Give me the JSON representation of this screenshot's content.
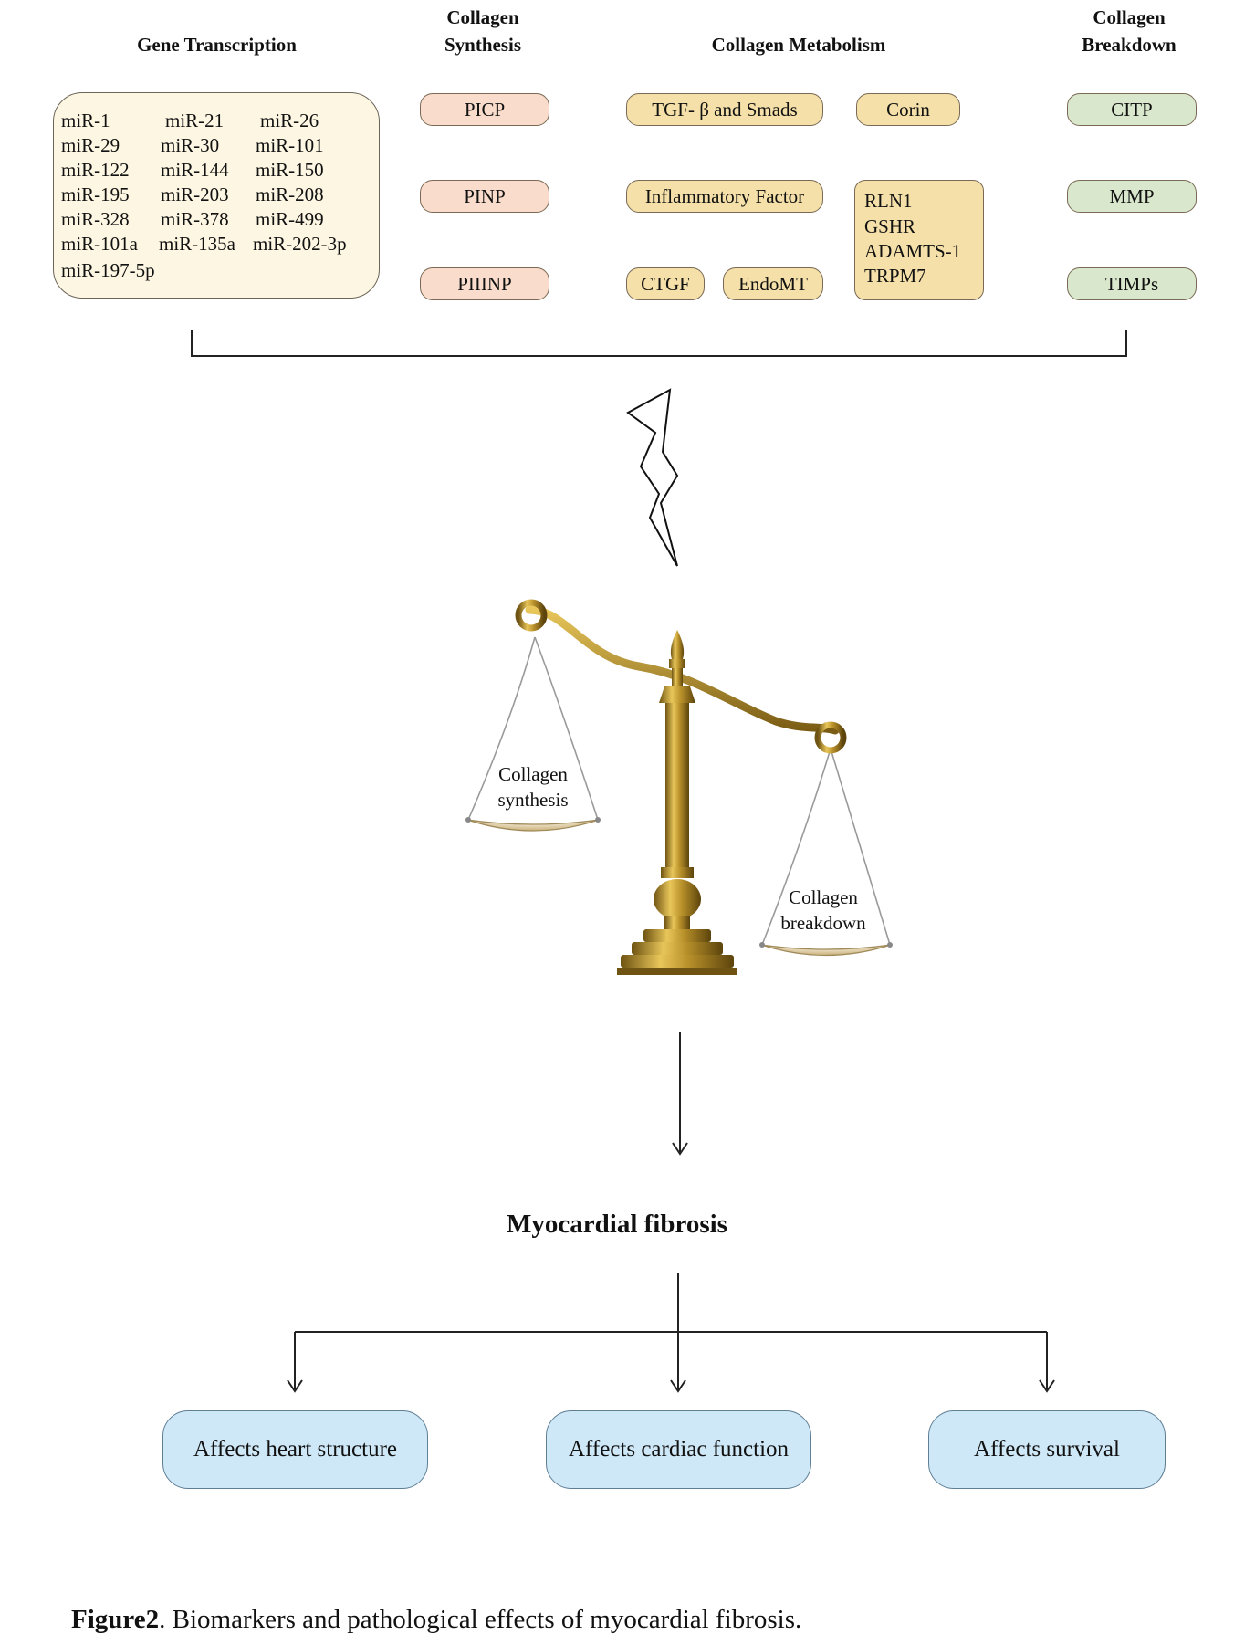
{
  "headers": {
    "gene": "Gene Transcription",
    "synthesis": [
      "Collagen",
      "Synthesis"
    ],
    "metabolism": "Collagen Metabolism",
    "breakdown": [
      "Collagen",
      "Breakdown"
    ]
  },
  "mirnas": [
    "miR-1",
    "miR-21",
    "miR-26",
    "miR-29",
    "miR-30",
    "miR-101",
    "miR-122",
    "miR-144",
    "miR-150",
    "miR-195",
    "miR-203",
    "miR-208",
    "miR-328",
    "miR-378",
    "miR-499",
    "miR-101a",
    "miR-135a",
    "miR-202-3p",
    "miR-197-5p"
  ],
  "synthesis_markers": [
    "PICP",
    "PINP",
    "PIIINP"
  ],
  "metabolism_markers": {
    "tgf": "TGF- β and Smads",
    "corin": "Corin",
    "inflammatory": "Inflammatory Factor",
    "ctgf": "CTGF",
    "endomt": "EndoMT",
    "group": [
      "RLN1",
      "GSHR",
      "ADAMTS-1",
      "TRPM7"
    ]
  },
  "breakdown_markers": [
    "CITP",
    "MMP",
    "TIMPs"
  ],
  "scale": {
    "left_pan": [
      "Collagen",
      "synthesis"
    ],
    "right_pan": [
      "Collagen",
      "breakdown"
    ]
  },
  "result": "Myocardial fibrosis",
  "effects": [
    "Affects heart structure",
    "Affects cardiac function",
    "Affects survival"
  ],
  "caption": {
    "label": "Figure2",
    "text": ". Biomarkers and pathological effects of myocardial fibrosis."
  },
  "colors": {
    "synthesis": "#f9dccb",
    "metabolism": "#f4e0a8",
    "breakdown": "#d9e8cc",
    "gene_box": "#fdf6e2",
    "effects": "#cfe8f7",
    "gold": "#b8902a"
  }
}
